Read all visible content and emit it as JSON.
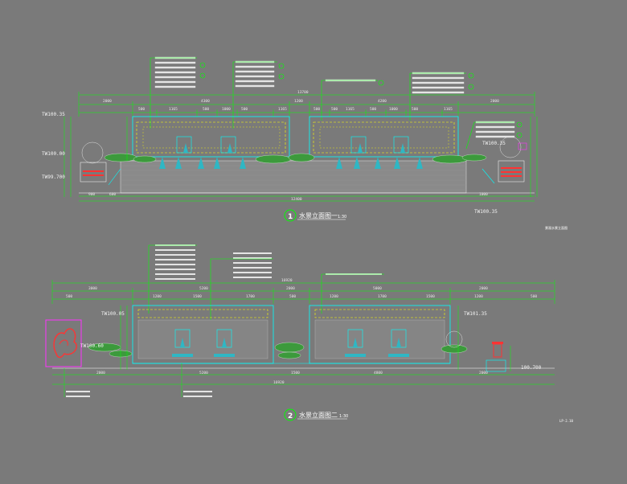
{
  "drawing": {
    "elevation1": {
      "number": "1",
      "title": "水景立面图一",
      "scale": "1:30"
    },
    "elevation2": {
      "number": "2",
      "title": "水景立面图二",
      "scale": "1:30"
    },
    "note_right": "景观水景立面图",
    "sheet_number": "LP-2.10",
    "level_labels": {
      "e1_left_top": "TW100.35",
      "e1_left_mid": "TW100.00",
      "e1_left_low": "TW99.700",
      "e1_right_a": "TW100.35",
      "e1_right_b": "TW100.35",
      "e2_left": "TW100.05",
      "e2_left_b": "TW100.60",
      "e2_right": "TW101.35",
      "e2_right_low": "100.700"
    },
    "dims_e1_top": {
      "total": "13700",
      "segments": [
        "2000",
        "4300",
        "1200",
        "4200",
        "2000"
      ],
      "sub": [
        "500",
        "1165",
        "500",
        "1000",
        "500",
        "1165",
        "500",
        "500",
        "1165",
        "500",
        "1000",
        "500",
        "1165"
      ],
      "bottom_total": "12400",
      "bottom": [
        "900",
        "600",
        "1000"
      ]
    },
    "dims_e2_top": {
      "total": "16920",
      "segments": [
        "3000",
        "5200",
        "2000",
        "5000",
        "2000"
      ],
      "sub": [
        "500",
        "1200",
        "1500",
        "1700",
        "500",
        "1200",
        "1700",
        "1500",
        "1200",
        "500"
      ],
      "bottom_total": "16920",
      "bottom": [
        "2000",
        "5200",
        "1500",
        "4800",
        "2000"
      ]
    }
  }
}
